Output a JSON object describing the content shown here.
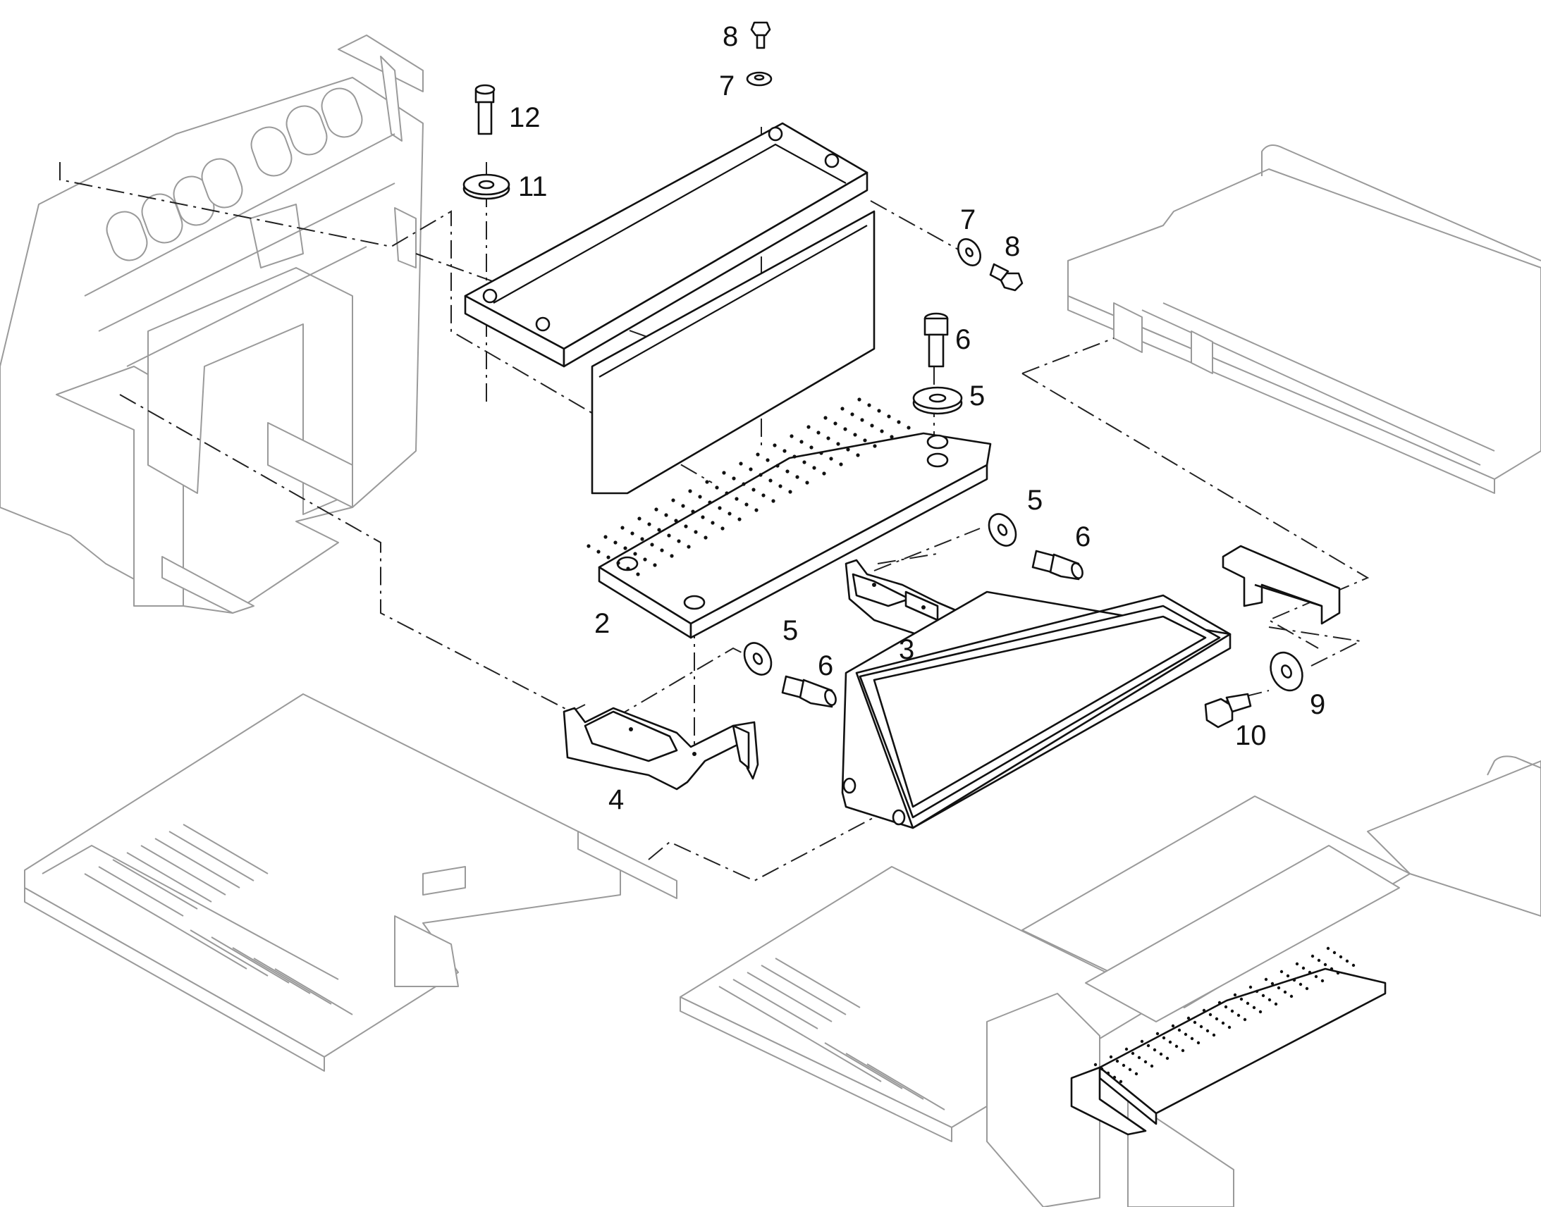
{
  "callouts": {
    "c2": "2",
    "c3": "3",
    "c4": "4",
    "c5a": "5",
    "c5b": "5",
    "c5c": "5",
    "c6a": "6",
    "c6b": "6",
    "c6c": "6",
    "c7a": "7",
    "c7b": "7",
    "c8a": "8",
    "c8b": "8",
    "c9": "9",
    "c10": "10",
    "c11": "11",
    "c12": "12"
  },
  "colors": {
    "part_stroke": "#111111",
    "ghost_stroke": "#9a9a9a",
    "background": "#ffffff"
  }
}
